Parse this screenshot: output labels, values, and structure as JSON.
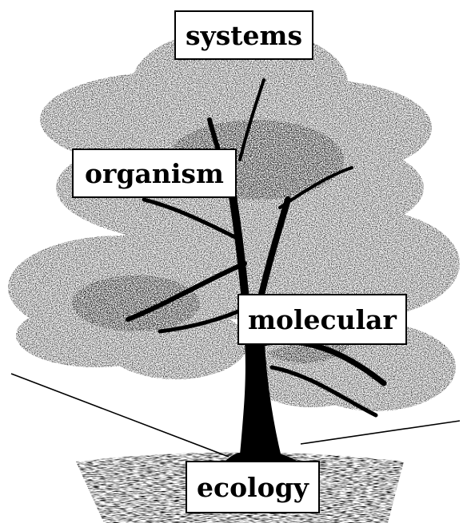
{
  "labels": {
    "systems": "systems",
    "organism": "organism",
    "molecular": "molecular",
    "ecology": "ecology"
  },
  "colors": {
    "ink": "#000000",
    "background": "#ffffff"
  }
}
